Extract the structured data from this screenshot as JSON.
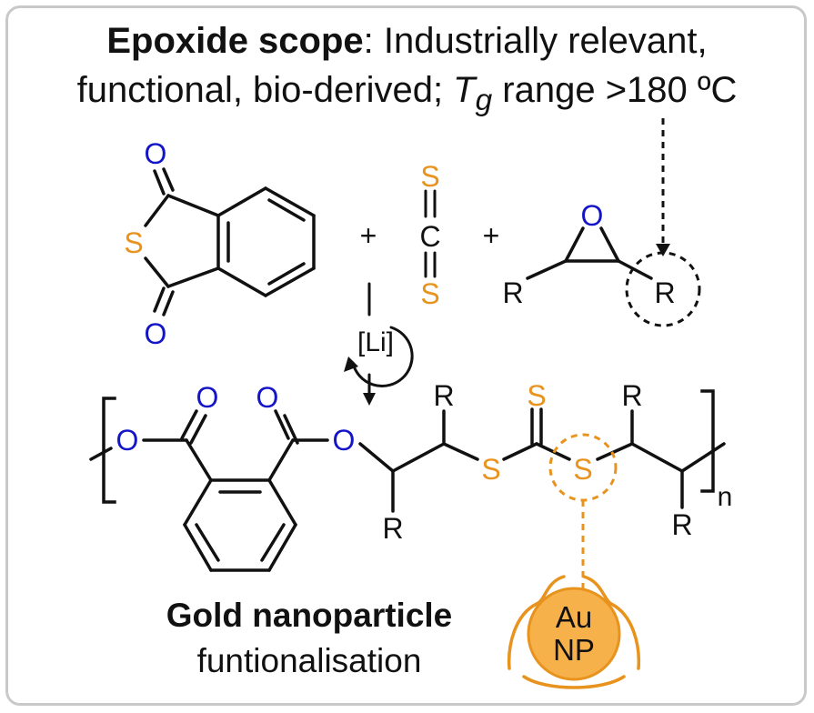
{
  "header": {
    "bold": "Epoxide scope",
    "line1_rest": ": Industrially relevant,",
    "line2_start": "functional, bio-derived; ",
    "tg_T": "T",
    "tg_sub": "g",
    "line2_end": " range >180 ºC"
  },
  "footer": {
    "bold": "Gold nanoparticle",
    "line2": "funtionalisation"
  },
  "atoms": {
    "O": "O",
    "S": "S",
    "C": "C",
    "R": "R",
    "plus": "+",
    "catalyst": "[Li]",
    "n": "n",
    "au": "Au",
    "np": "NP"
  },
  "colors": {
    "oxygen": "#1515c8",
    "sulfur": "#e8931e",
    "black": "#111111",
    "frame": "#c9c9c9",
    "gold_fill": "#f6b14a"
  }
}
